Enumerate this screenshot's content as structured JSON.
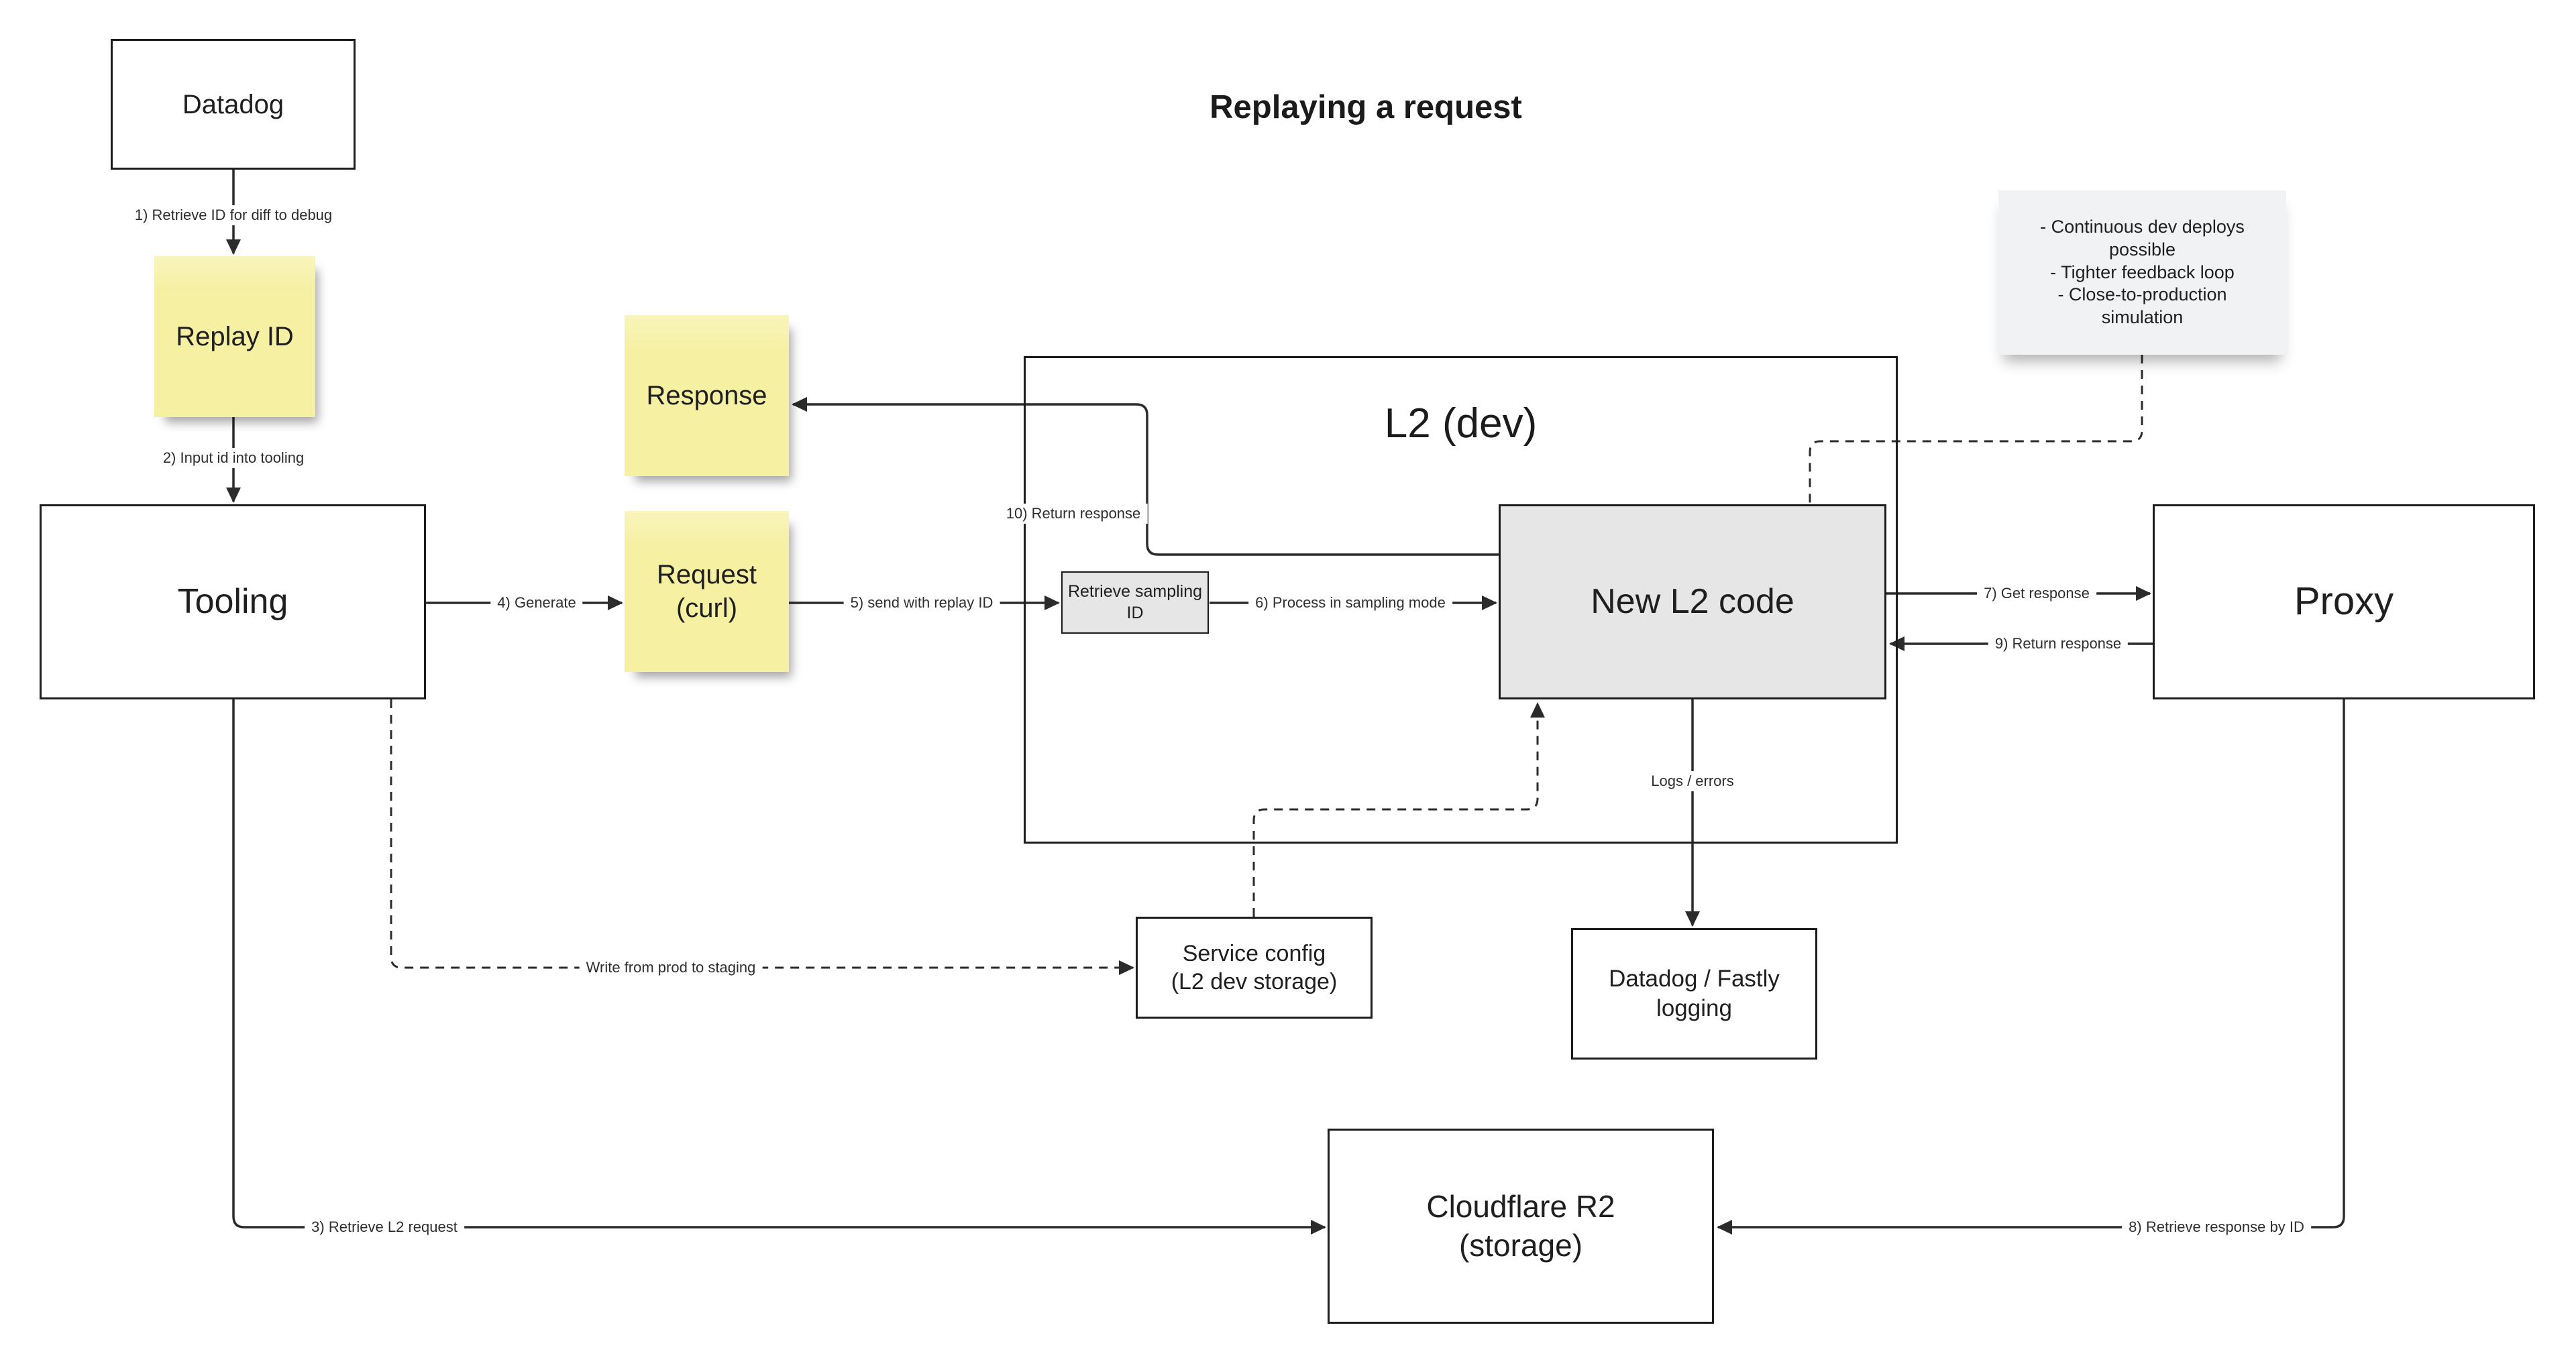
{
  "title": "Replaying a request",
  "colors": {
    "sticky_yellow": "#f5f0a2",
    "gray_box": "#e6e6e6",
    "note_gray": "#f1f2f4",
    "line": "#2b2b2b",
    "border": "#1c1c1c",
    "text": "#1f1f1f"
  },
  "nodes": {
    "datadog": "Datadog",
    "replay_id": "Replay ID",
    "tooling": "Tooling",
    "response": "Response",
    "request_curl": "Request\n(curl)",
    "l2_container": "L2 (dev)",
    "retrieve_sampling": "Retrieve sampling ID",
    "new_l2": "New L2 code",
    "proxy": "Proxy",
    "note": "- Continuous dev deploys\npossible\n- Tighter feedback loop\n- Close-to-production\nsimulation",
    "service_config": "Service config\n(L2 dev storage)",
    "dd_fastly": "Datadog / Fastly\nlogging",
    "cloudflare": "Cloudflare R2\n(storage)"
  },
  "edge_labels": {
    "step1": "1) Retrieve ID for diff to debug",
    "step2": "2) Input id into tooling",
    "step3": "3) Retrieve L2 request",
    "step4": "4) Generate",
    "step5": "5) send with replay ID",
    "step6": "6) Process in sampling mode",
    "step7": "7) Get response",
    "step8": "8) Retrieve response by ID",
    "step9": "9) Return response",
    "step10": "10) Return response",
    "logs": "Logs / errors",
    "write": "Write from prod to staging"
  }
}
